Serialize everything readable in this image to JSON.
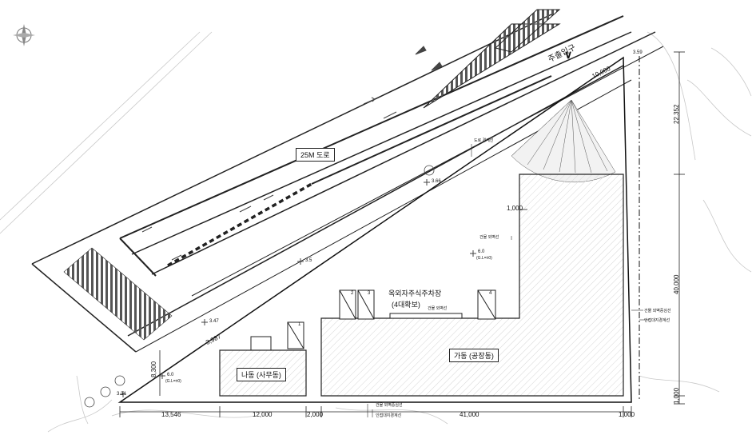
{
  "road": {
    "label": "25M 도로",
    "entrance": "주출입구"
  },
  "buildings": {
    "ga": "가동 (공장동)",
    "na": "나동 (사무동)"
  },
  "parking": {
    "title": "옥외자주식주차장",
    "subtitle": "(4대확보)",
    "stalls": [
      "1",
      "2",
      "3",
      "4"
    ]
  },
  "levels": {
    "l1": "3.59",
    "l2": "3.66",
    "l3": "3.5",
    "l4": "3.47",
    "l5": "3.34",
    "g1": "6.0",
    "g1_note": "(G.L=±0)",
    "g2": "6.0",
    "g2_note": "(G.L=±0)"
  },
  "notes": {
    "road_boundary": "도로 경계선",
    "bldg_outer": "건물 외벽선",
    "bldg_outer2": "건물 외벽선",
    "site_center": "건물 외벽중심선",
    "site_boundary": "인접대지경계선",
    "bottom_center": "건물 외벽중심선",
    "bottom_site": "인접대지경계선"
  },
  "dimensions": {
    "top": "10,000",
    "offset": "1,000",
    "right1": "22,352",
    "right2": "40,000",
    "right3": "1,000",
    "b1": "13,546",
    "b2": "12,000",
    "b3": "2,000",
    "b4": "41,000",
    "b5": "1,000",
    "left_v": "8,300",
    "diag": "3,987"
  }
}
